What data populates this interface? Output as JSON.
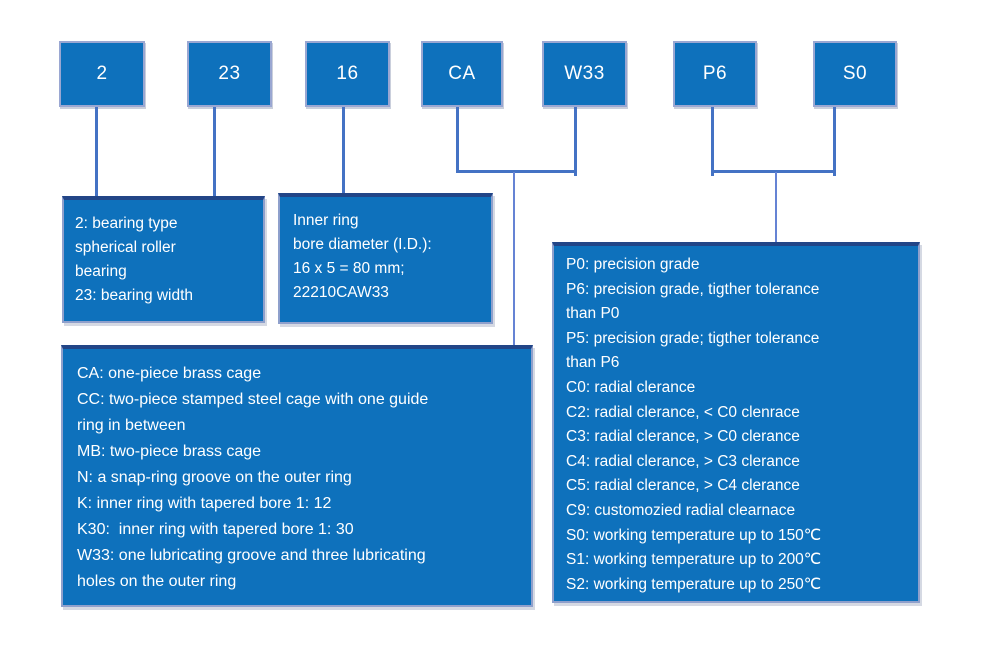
{
  "codes": [
    {
      "label": "2"
    },
    {
      "label": "23"
    },
    {
      "label": "16"
    },
    {
      "label": "CA"
    },
    {
      "label": "W33"
    },
    {
      "label": "P6"
    },
    {
      "label": "S0"
    }
  ],
  "panels": {
    "bearing_type": {
      "text": "2: bearing type\nspherical roller\nbearing\n23: bearing width"
    },
    "bore_diameter": {
      "text": "Inner ring\nbore diameter (I.D.):\n16 x 5 = 80 mm;\n22210CAW33"
    },
    "cage_suffix": {
      "text": "CA: one-piece brass cage\nCC: two-piece stamped steel cage with one guide\nring in between\nMB: two-piece brass cage\nN: a snap-ring groove on the outer ring\nK: inner ring with tapered bore 1: 12\nK30:  inner ring with tapered bore 1: 30\nW33: one lubricating groove and three lubricating\nholes on the outer ring"
    },
    "precision_clearance_temp": {
      "text": "P0: precision grade\nP6: precision grade, tigther tolerance\nthan P0\nP5: precision grade; tigther tolerance\nthan P6\nC0: radial clerance\nC2: radial clerance, < C0 clenrace\nC3: radial clerance, > C0 clerance\nC4: radial clerance, > C3 clerance\nC5: radial clerance, > C4 clerance\nC9: customozied radial clearnace\nS0: working temperature up to 150℃\nS1: working temperature up to 200℃\nS2: working temperature up to 250℃"
    }
  },
  "colors": {
    "box_fill": "#0e71bc",
    "box_border_light": "#9aa7d2",
    "panel_top_edge": "#224587",
    "connector": "#4472c4",
    "connector_light": "#6583d4",
    "text": "#ffffff"
  }
}
